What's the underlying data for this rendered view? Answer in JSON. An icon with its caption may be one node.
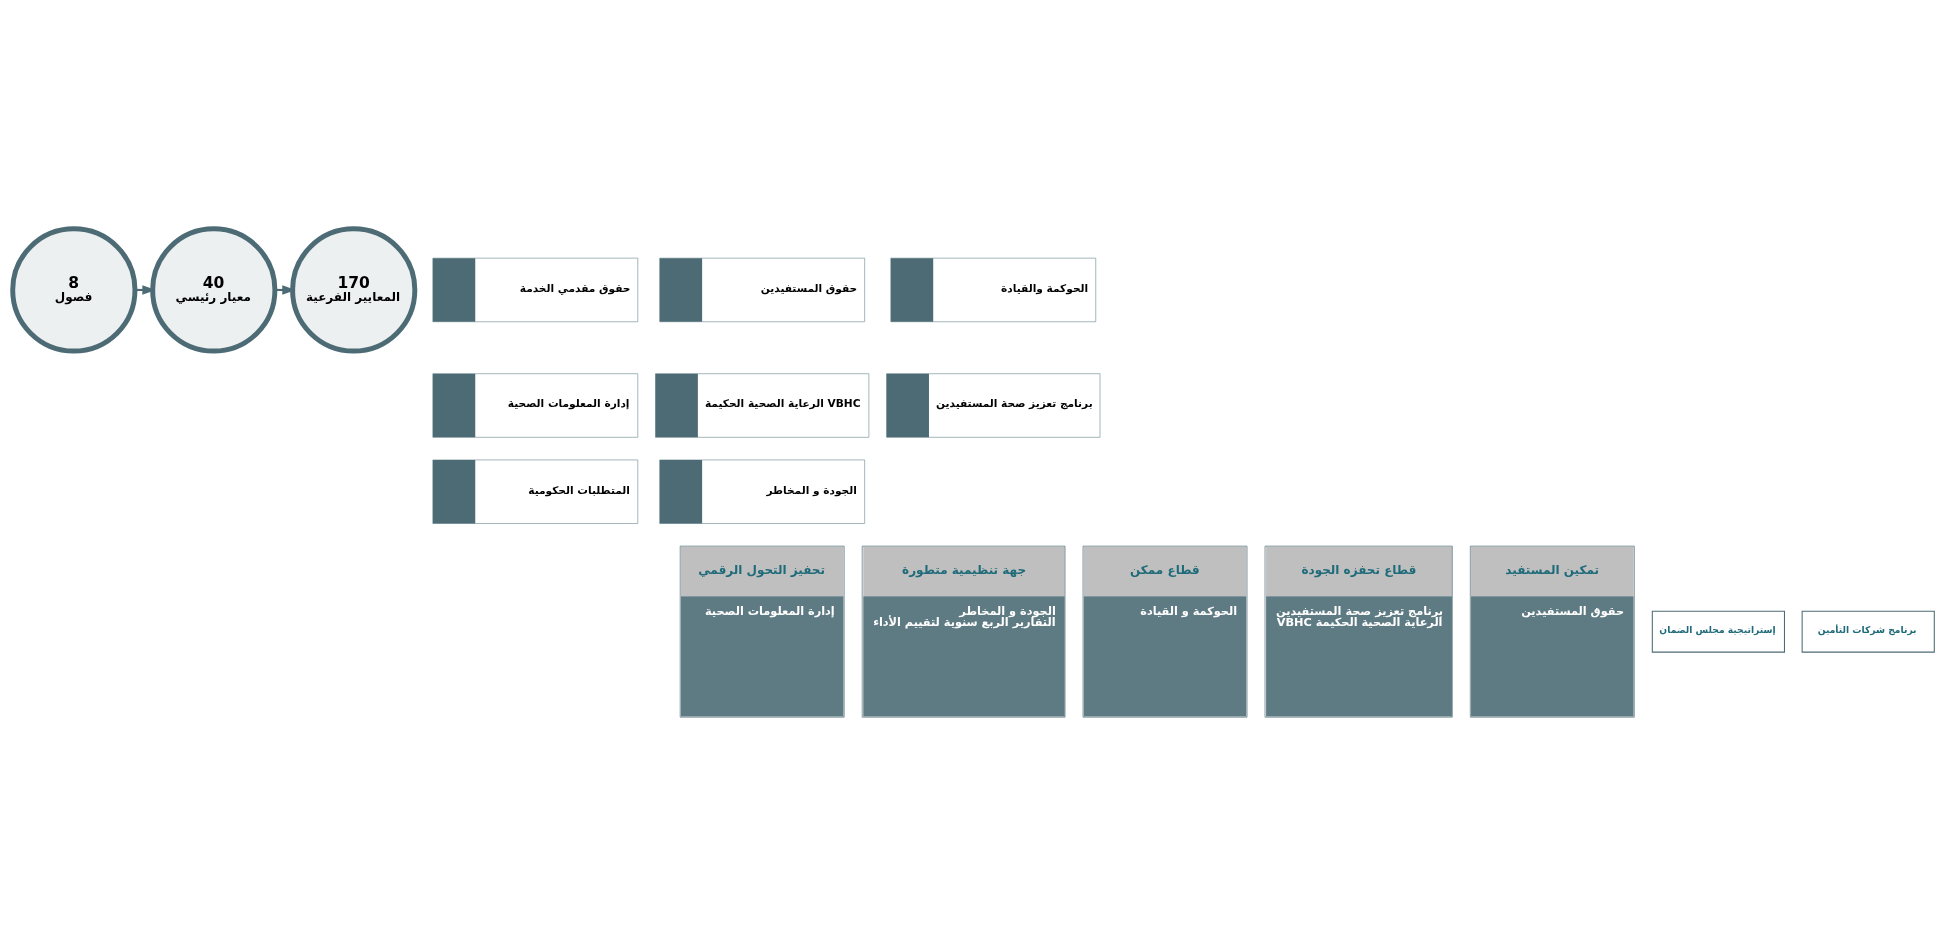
{
  "diagram": {
    "nodes": [
      {
        "text": [
          "170",
          "المعايير الفرعية"
        ]
      },
      {
        "text": [
          "40",
          "معيار رئيسي"
        ]
      },
      {
        "text": [
          "8",
          "فصول"
        ]
      },
      {
        "text": [
          "حقوق مقدمي الخدمة"
        ]
      },
      {
        "text": [
          "حقوق المستفيدين"
        ]
      },
      {
        "text": [
          "الحوكمة والقيادة"
        ]
      },
      {
        "text": [
          "إدارة المعلومات الصحية"
        ]
      },
      {
        "text": [
          "الرعاية الصحية الحكيمة VBHC"
        ]
      },
      {
        "text": [
          "برنامج تعزيز صحة المستفيدين"
        ]
      },
      {
        "text": [
          "المتطلبات الحكومية"
        ]
      },
      {
        "text": [
          "الجودة و المخاطر"
        ]
      },
      {
        "text": [
          "جهة تنظيمية متطورة",
          "الجودة و المخاطر",
          "التقارير الربع سنوية لتقييم الأداء"
        ]
      },
      {
        "text": [
          "قطاع ممكن",
          "الحوكمة و القيادة"
        ]
      },
      {
        "text": [
          "تحفيز التحول الرقمي",
          "إدارة المعلومات الصحية"
        ]
      },
      {
        "text": [
          "قطاع تحفزه الجودة",
          "برنامج تعزيز صحة المستفيدين",
          "VBHC الرعاية الصحية الحكيمة"
        ]
      },
      {
        "text": [
          "تمكين المستفيد",
          "حقوق المستفيدين"
        ]
      },
      {
        "text": [
          "إستراتيجية مجلس الضمان"
        ]
      },
      {
        "text": [
          "برنامج شركات التأمين"
        ]
      }
    ],
    "edges": [
      {
        "from": 2,
        "to": 1,
        "arrow": "to"
      },
      {
        "from": 1,
        "to": 0,
        "arrow": "to"
      }
    ]
  }
}
